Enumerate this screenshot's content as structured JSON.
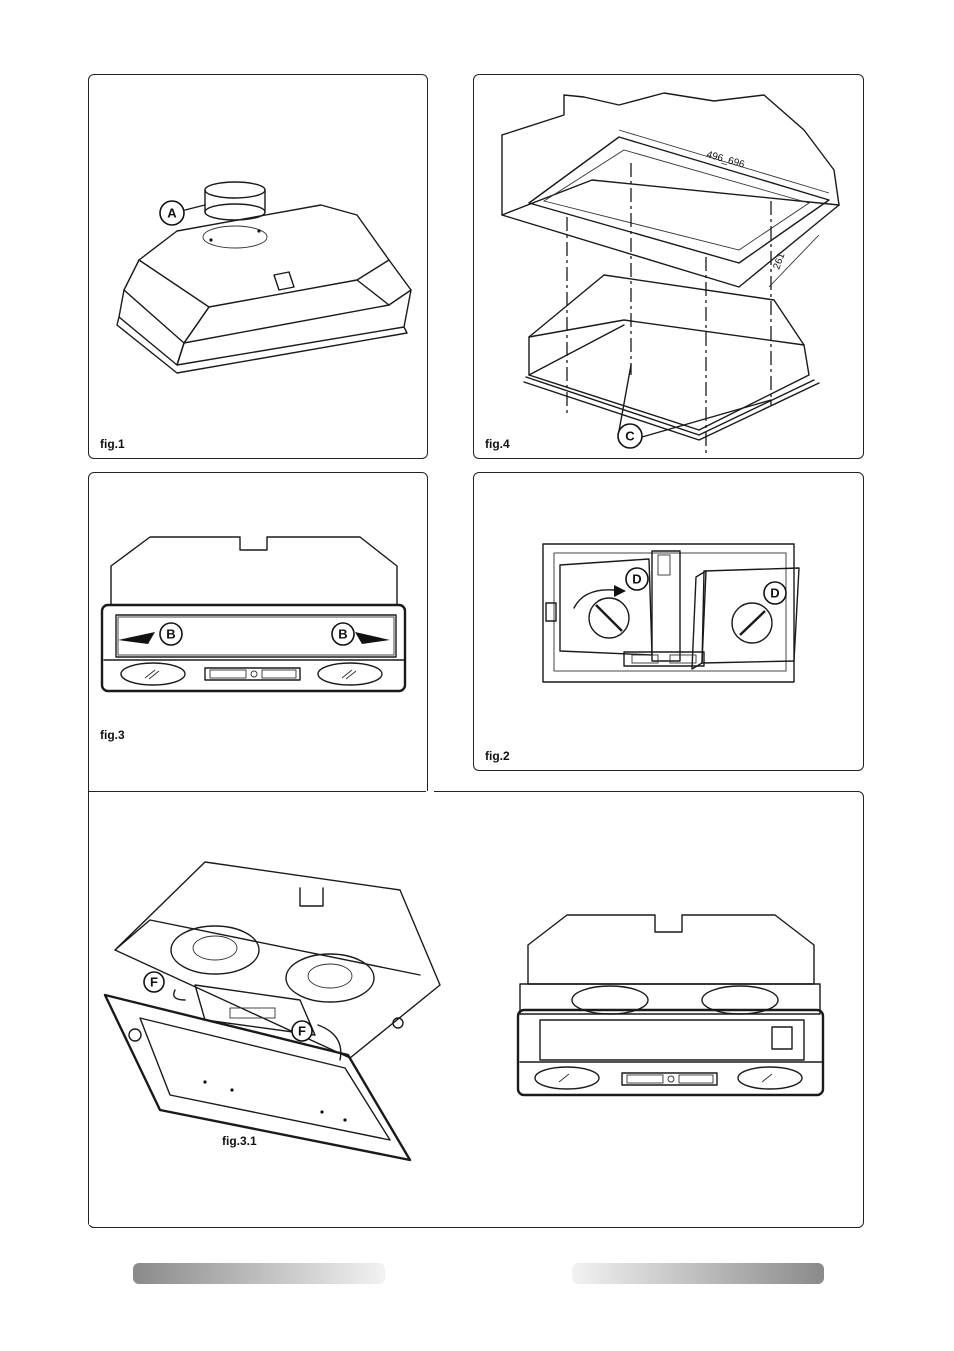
{
  "figures": {
    "fig1": {
      "label": "fig.1",
      "callout": "A"
    },
    "fig4": {
      "label": "fig.4",
      "callout": "C",
      "dim_width": "496_696",
      "dim_depth": "261"
    },
    "fig3": {
      "label": "fig.3",
      "callout": "B"
    },
    "fig2": {
      "label": "fig.2",
      "callout": "D"
    },
    "fig31": {
      "label": "fig.3.1",
      "callout": "F"
    }
  },
  "footer": {
    "bar_dark": "#8a8a8a",
    "bar_light": "#f2f2f2"
  }
}
